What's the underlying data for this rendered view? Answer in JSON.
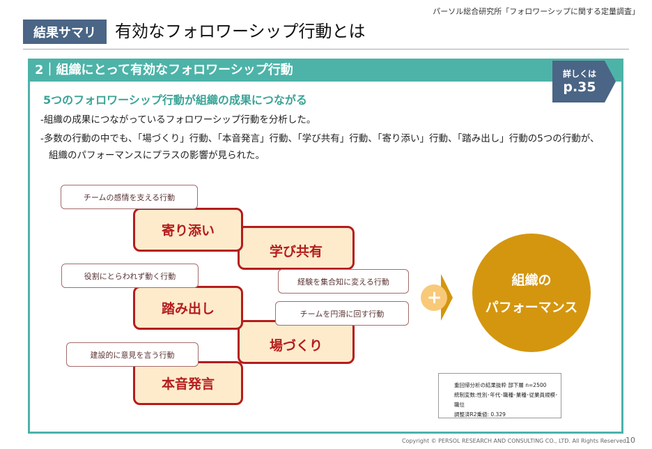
{
  "source": "パーソル総合研究所「フォロワーシップに関する定量調査」",
  "header": {
    "tag": "結果サマリ",
    "title": "有効なフォロワーシップ行動とは"
  },
  "panel": {
    "heading": "2｜組織にとって有効なフォロワーシップ行動",
    "badge_line1": "詳しくは",
    "badge_line2": "p.35",
    "subtitle": "5つのフォロワーシップ行動が組織の成果につながる",
    "body": [
      "-組織の成果につながっているフォロワーシップ行動を分析した。",
      "-多数の行動の中でも、「場づくり」行動、「本音発言」行動、「学び共有」行動、「寄り添い」行動、「踏み出し」行動の5つの行動が、",
      "組織のパフォーマンスにプラスの影響が見られた。"
    ]
  },
  "behaviors": [
    {
      "name": "寄り添い",
      "desc": "チームの感情を支える行動"
    },
    {
      "name": "学び共有",
      "desc": "経験を集合知に変える行動"
    },
    {
      "name": "踏み出し",
      "desc": "役割にとらわれず動く行動"
    },
    {
      "name": "場づくり",
      "desc": "チームを円滑に回す行動"
    },
    {
      "name": "本音発言",
      "desc": "建設的に意見を言う行動"
    }
  ],
  "plus": "+",
  "result": {
    "line1": "組織の",
    "line2": "パフォーマンス"
  },
  "note": [
    "重回帰分析の結果抜粋  部下層  n=2500",
    "統制変数:性別･年代･職種･業種･従業員規模･職位",
    "調整済R2乗値: 0.329"
  ],
  "footer": {
    "copyright": "Copyright © PERSOL RESEARCH AND CONSULTING CO., LTD. All Rights Reserved.",
    "page": "10"
  },
  "colors": {
    "teal": "#4db3a8",
    "navy": "#4a6585",
    "red": "#b51c1c",
    "gold": "#d4960f"
  }
}
